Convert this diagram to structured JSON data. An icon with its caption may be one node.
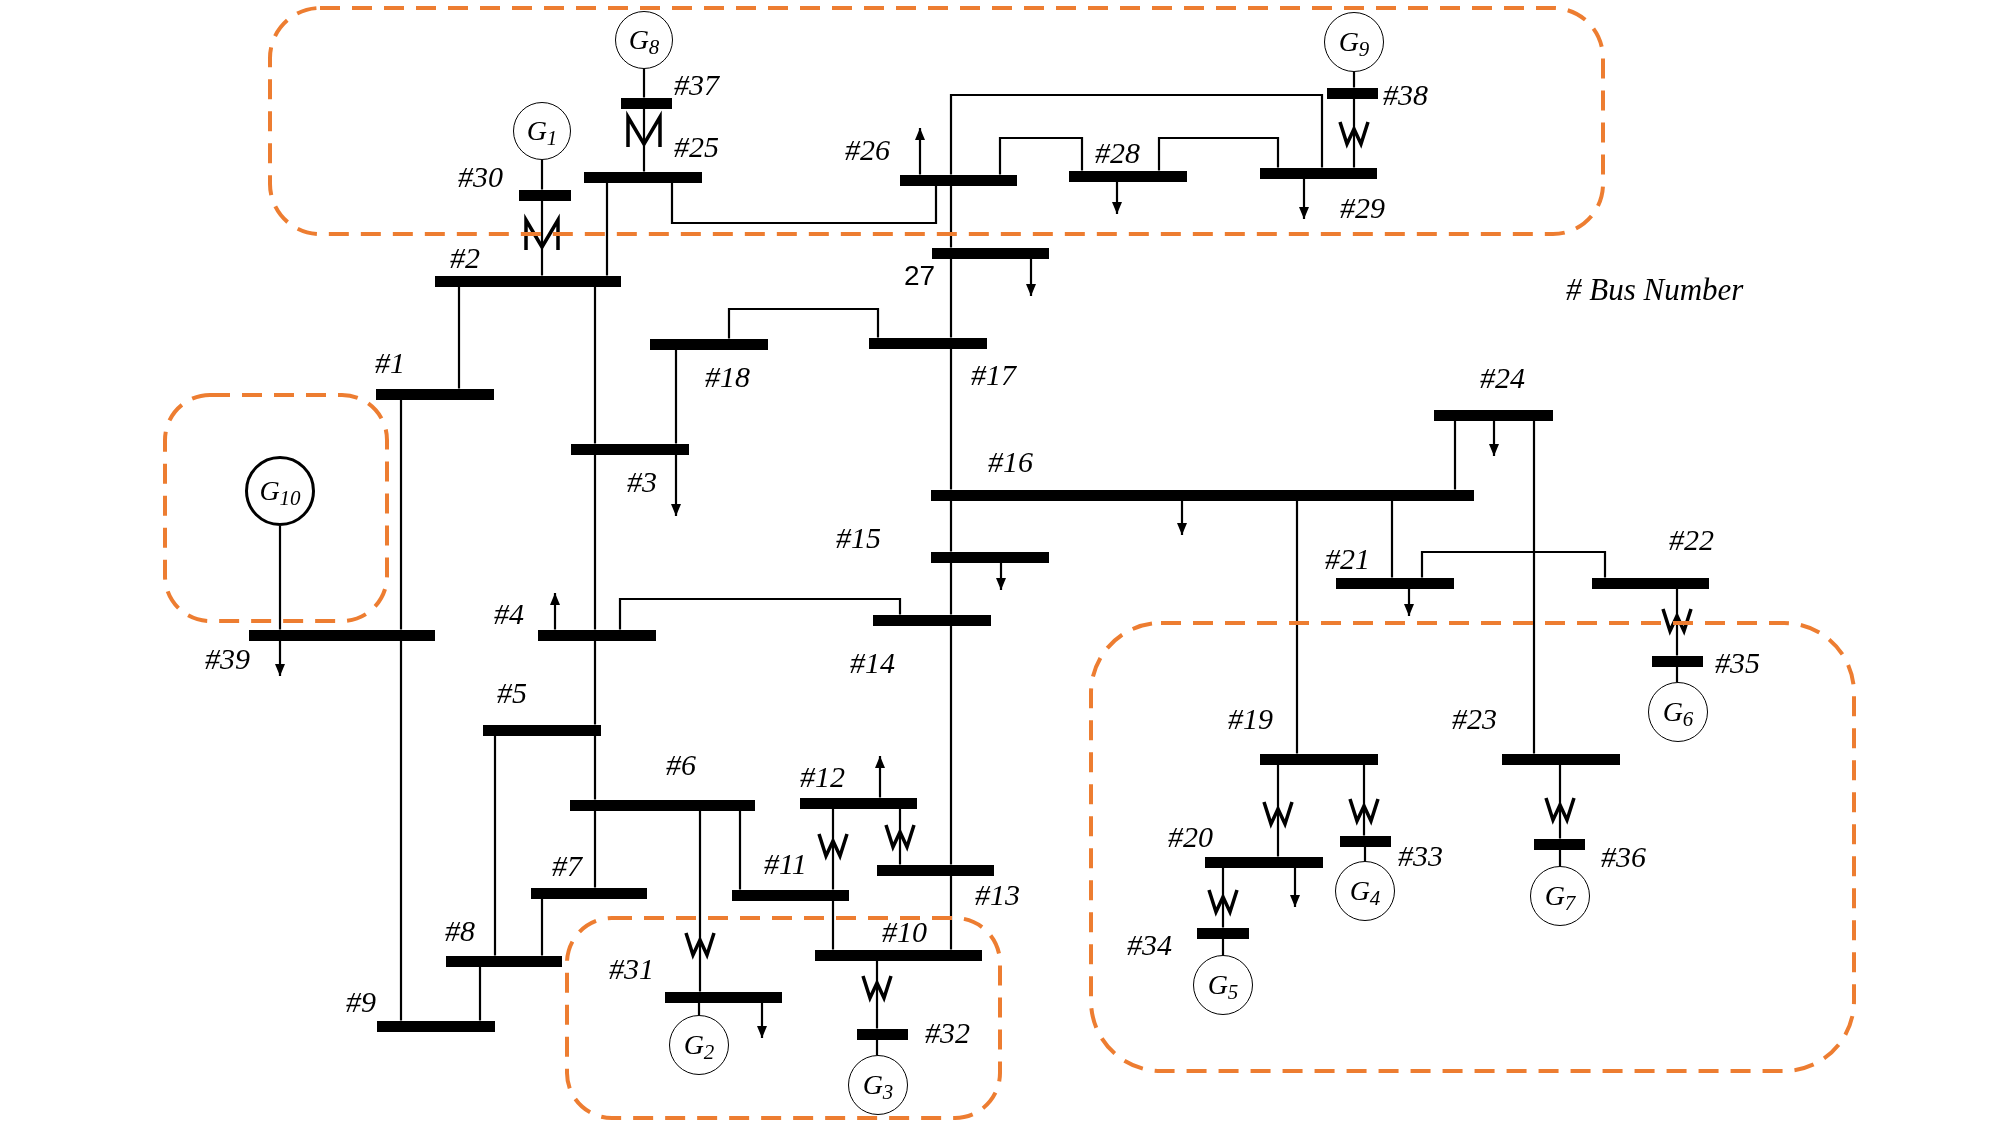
{
  "diagram": {
    "nodes": [
      {
        "text": [],
        "shape": "box"
      },
      {
        "text": [
          "G$_{8}$"
        ],
        "in": 0
      },
      {
        "text": [
          "#37"
        ],
        "in": 0
      },
      {
        "text": [
          "G$_{1}$"
        ],
        "in": 0
      },
      {
        "text": [
          "#30"
        ],
        "in": 0
      },
      {
        "text": [
          "#25"
        ],
        "in": 0
      },
      {
        "text": [
          "#26"
        ],
        "in": 0
      },
      {
        "text": [
          "#28"
        ],
        "in": 0
      },
      {
        "text": [
          "G$_{9}$"
        ],
        "in": 0
      },
      {
        "text": [
          "#38"
        ],
        "in": 0
      },
      {
        "text": [
          "#29"
        ],
        "in": 0
      },
      {
        "text": [
          "#2"
        ]
      },
      {
        "text": [
          "27"
        ]
      },
      {
        "text": [
          "#18"
        ]
      },
      {
        "text": [
          "#17"
        ]
      },
      {
        "text": [
          "#1"
        ]
      },
      {
        "text": [],
        "shape": "box"
      },
      {
        "text": [
          "G$_{10}$"
        ],
        "in": 16
      },
      {
        "text": [
          "#3"
        ]
      },
      {
        "text": [
          "#24"
        ]
      },
      {
        "text": [
          "#16"
        ]
      },
      {
        "text": [
          "#15"
        ]
      },
      {
        "text": [
          "#21"
        ]
      },
      {
        "text": [
          "#22"
        ]
      },
      {
        "text": [
          "#4"
        ]
      },
      {
        "text": [
          "#14"
        ]
      },
      {
        "text": [
          "#39"
        ]
      },
      {
        "text": [],
        "shape": "box"
      },
      {
        "text": [
          "#35"
        ],
        "in": 27
      },
      {
        "text": [
          "G$_{6}$"
        ],
        "in": 27
      },
      {
        "text": [
          "#5"
        ]
      },
      {
        "text": [
          "#19"
        ],
        "in": 27
      },
      {
        "text": [
          "#23"
        ],
        "in": 27
      },
      {
        "text": [
          "#6"
        ]
      },
      {
        "text": [
          "#12"
        ]
      },
      {
        "text": [
          "#11"
        ]
      },
      {
        "text": [
          "#7"
        ]
      },
      {
        "text": [
          "#13"
        ]
      },
      {
        "text": [
          "#20"
        ],
        "in": 27
      },
      {
        "text": [
          "#33"
        ],
        "in": 27
      },
      {
        "text": [
          "#36"
        ],
        "in": 27
      },
      {
        "text": [
          "G$_{4}$"
        ],
        "in": 27
      },
      {
        "text": [
          "G$_{7}$"
        ],
        "in": 27
      },
      {
        "text": [
          "#8"
        ]
      },
      {
        "text": [],
        "shape": "box"
      },
      {
        "text": [
          "#10"
        ],
        "in": 44
      },
      {
        "text": [
          "#31"
        ],
        "in": 44
      },
      {
        "text": [
          "#34"
        ],
        "in": 27
      },
      {
        "text": [
          "#9"
        ]
      },
      {
        "text": [
          "#32"
        ],
        "in": 44
      },
      {
        "text": [
          "G$_{2}$"
        ],
        "in": 44
      },
      {
        "text": [
          "G$_{5}$"
        ],
        "in": 27
      },
      {
        "text": [
          "G$_{3}$"
        ],
        "in": 44
      }
    ],
    "edges": [
      {
        "from": 1,
        "to": 2,
        "arrow": "none"
      },
      {
        "from": 2,
        "to": 5,
        "arrow": "none"
      },
      {
        "from": 3,
        "to": 4,
        "arrow": "none"
      },
      {
        "from": 4,
        "to": 11,
        "arrow": "none"
      },
      {
        "from": 11,
        "to": 5,
        "arrow": "none"
      },
      {
        "from": 5,
        "to": 6,
        "arrow": "none"
      },
      {
        "from": 6,
        "to": 10,
        "arrow": "none"
      },
      {
        "from": 6,
        "to": 7,
        "arrow": "none"
      },
      {
        "from": 7,
        "to": 10,
        "arrow": "none"
      },
      {
        "from": 8,
        "to": 9,
        "arrow": "none"
      },
      {
        "from": 9,
        "to": 10,
        "arrow": "none"
      },
      {
        "from": 6,
        "to": 12,
        "arrow": "none"
      },
      {
        "from": 12,
        "to": 14,
        "arrow": "none"
      },
      {
        "from": 13,
        "to": 14,
        "arrow": "none"
      },
      {
        "from": 11,
        "to": 15,
        "arrow": "none"
      },
      {
        "from": 11,
        "to": 18,
        "arrow": "none"
      },
      {
        "from": 15,
        "to": 26,
        "arrow": "none"
      },
      {
        "from": 17,
        "to": 26,
        "arrow": "none"
      },
      {
        "from": 13,
        "to": 18,
        "arrow": "none"
      },
      {
        "from": 14,
        "to": 20,
        "arrow": "none"
      },
      {
        "from": 20,
        "to": 19,
        "arrow": "none"
      },
      {
        "from": 20,
        "to": 21,
        "arrow": "none"
      },
      {
        "from": 20,
        "to": 31,
        "arrow": "none"
      },
      {
        "from": 20,
        "to": 22,
        "arrow": "none"
      },
      {
        "from": 22,
        "to": 23,
        "arrow": "none"
      },
      {
        "from": 19,
        "to": 32,
        "arrow": "none"
      },
      {
        "from": 23,
        "to": 28,
        "arrow": "none"
      },
      {
        "from": 28,
        "to": 29,
        "arrow": "none"
      },
      {
        "from": 18,
        "to": 24,
        "arrow": "none"
      },
      {
        "from": 24,
        "to": 25,
        "arrow": "none"
      },
      {
        "from": 21,
        "to": 25,
        "arrow": "none"
      },
      {
        "from": 24,
        "to": 30,
        "arrow": "none"
      },
      {
        "from": 30,
        "to": 33,
        "arrow": "none"
      },
      {
        "from": 30,
        "to": 43,
        "arrow": "none"
      },
      {
        "from": 33,
        "to": 36,
        "arrow": "none"
      },
      {
        "from": 33,
        "to": 35,
        "arrow": "none"
      },
      {
        "from": 33,
        "to": 46,
        "arrow": "none"
      },
      {
        "from": 25,
        "to": 37,
        "arrow": "none"
      },
      {
        "from": 34,
        "to": 35,
        "arrow": "none"
      },
      {
        "from": 34,
        "to": 37,
        "arrow": "none"
      },
      {
        "from": 35,
        "to": 45,
        "arrow": "none"
      },
      {
        "from": 37,
        "to": 45,
        "arrow": "none"
      },
      {
        "from": 36,
        "to": 43,
        "arrow": "none"
      },
      {
        "from": 43,
        "to": 48,
        "arrow": "none"
      },
      {
        "from": 26,
        "to": 48,
        "arrow": "none"
      },
      {
        "from": 45,
        "to": 49,
        "arrow": "none"
      },
      {
        "from": 49,
        "to": 52,
        "arrow": "none"
      },
      {
        "from": 46,
        "to": 50,
        "arrow": "none"
      },
      {
        "from": 31,
        "to": 38,
        "arrow": "none"
      },
      {
        "from": 31,
        "to": 39,
        "arrow": "none"
      },
      {
        "from": 39,
        "to": 41,
        "arrow": "none"
      },
      {
        "from": 38,
        "to": 47,
        "arrow": "none"
      },
      {
        "from": 47,
        "to": 51,
        "arrow": "none"
      },
      {
        "from": 32,
        "to": 40,
        "arrow": "none"
      },
      {
        "from": 40,
        "to": 42,
        "arrow": "none"
      },
      {
        "from": 6,
        "to": null,
        "arrow": "to"
      },
      {
        "from": 7,
        "to": null,
        "arrow": "to"
      },
      {
        "from": 10,
        "to": null,
        "arrow": "to"
      },
      {
        "from": 12,
        "to": null,
        "arrow": "to"
      },
      {
        "from": 18,
        "to": null,
        "arrow": "to"
      },
      {
        "from": 19,
        "to": null,
        "arrow": "to"
      },
      {
        "from": 20,
        "to": null,
        "arrow": "to"
      },
      {
        "from": 21,
        "to": null,
        "arrow": "to"
      },
      {
        "from": 22,
        "to": null,
        "arrow": "to"
      },
      {
        "from": 24,
        "to": null,
        "arrow": "to"
      },
      {
        "from": 26,
        "to": null,
        "arrow": "to"
      },
      {
        "from": 34,
        "to": null,
        "arrow": "to"
      },
      {
        "from": 38,
        "to": null,
        "arrow": "to"
      },
      {
        "from": 46,
        "to": null,
        "arrow": "to"
      }
    ],
    "labels": [
      "# Bus Number"
    ]
  }
}
